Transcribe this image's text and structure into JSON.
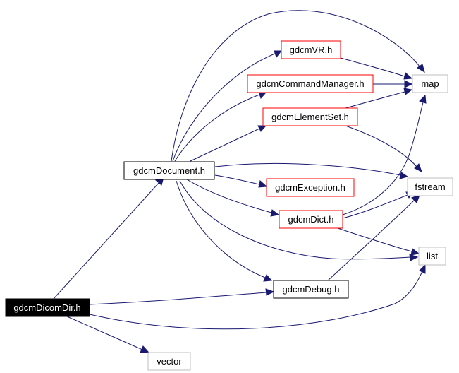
{
  "colors": {
    "edge": "#191970",
    "root_fill": "#000000",
    "root_text": "#ffffff",
    "header_border": "#000000",
    "documented_border": "#ff0000",
    "external_border": "#bfbfbf",
    "text": "#000000"
  },
  "nodes": {
    "dicomdir": {
      "label": "gdcmDicomDir.h",
      "kind": "root"
    },
    "document": {
      "label": "gdcmDocument.h",
      "kind": "header"
    },
    "vr": {
      "label": "gdcmVR.h",
      "kind": "documented"
    },
    "commandmanager": {
      "label": "gdcmCommandManager.h",
      "kind": "documented"
    },
    "elementset": {
      "label": "gdcmElementSet.h",
      "kind": "documented"
    },
    "exception": {
      "label": "gdcmException.h",
      "kind": "documented"
    },
    "dict": {
      "label": "gdcmDict.h",
      "kind": "documented"
    },
    "debug": {
      "label": "gdcmDebug.h",
      "kind": "header"
    },
    "map": {
      "label": "map",
      "kind": "external"
    },
    "fstream": {
      "label": "fstream",
      "kind": "external"
    },
    "list": {
      "label": "list",
      "kind": "external"
    },
    "vector": {
      "label": "vector",
      "kind": "external"
    }
  }
}
